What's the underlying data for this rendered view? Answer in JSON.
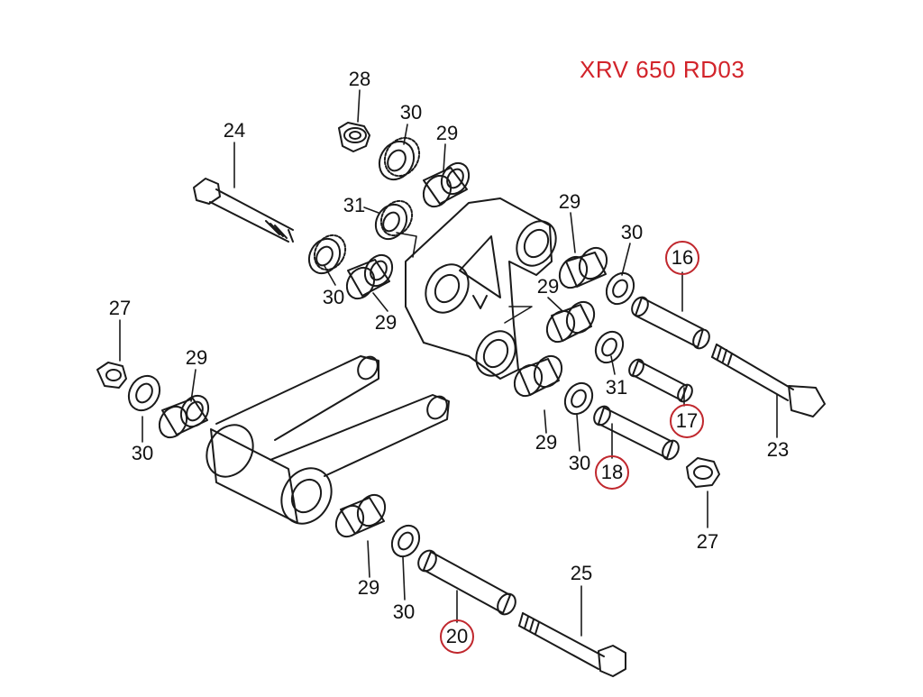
{
  "title": "XRV 650 RD03",
  "colors": {
    "highlight": "#d2232a",
    "ink": "#1a1a1a"
  },
  "labels": {
    "p28": "28",
    "p30a": "30",
    "p29a": "29",
    "p24": "24",
    "p31a": "31",
    "p30b": "30",
    "p29b": "29",
    "p29c": "29",
    "p30c": "30",
    "p29d": "29",
    "p16": "16",
    "p27a": "27",
    "p29e": "29",
    "p30d": "30",
    "p31b": "31",
    "p17": "17",
    "p29f": "29",
    "p30e": "30",
    "p18": "18",
    "p23": "23",
    "p27b": "27",
    "p29g": "29",
    "p30f": "30",
    "p25": "25",
    "p20": "20"
  }
}
